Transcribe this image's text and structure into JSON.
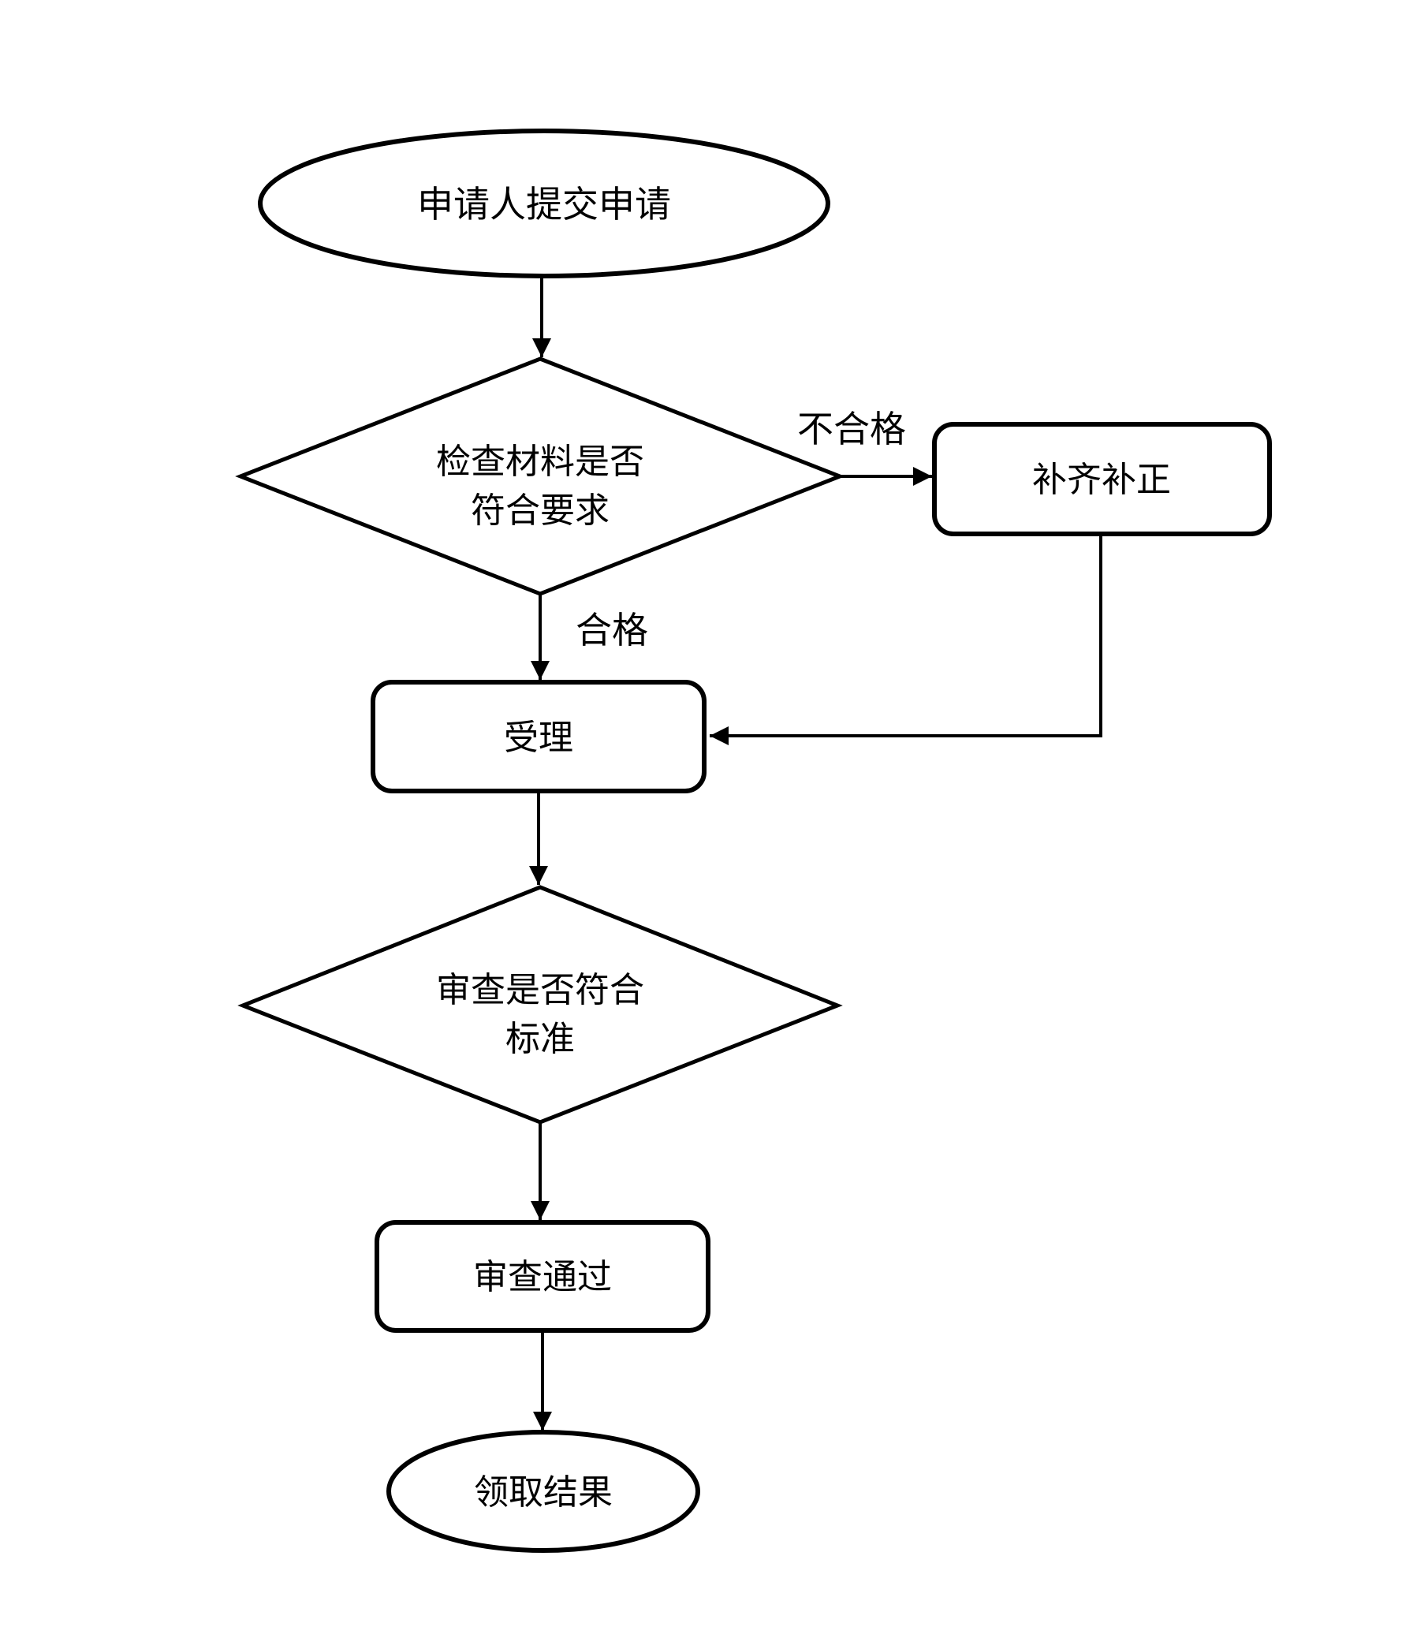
{
  "flowchart": {
    "start_label": "申请人提交申请",
    "decision_check": {
      "line1": "检查材料是否",
      "line2": "符合要求"
    },
    "fail_label": "不合格",
    "pass_label": "合格",
    "supplement_label": "补齐补正",
    "accept_label": "受理",
    "decision_review": {
      "line1": "审查是否符合",
      "line2": "标准"
    },
    "approved_label": "审查通过",
    "end_label": "领取结果",
    "colors": {
      "stroke": "#000000",
      "fill": "#ffffff",
      "background": "#ffffff"
    }
  }
}
